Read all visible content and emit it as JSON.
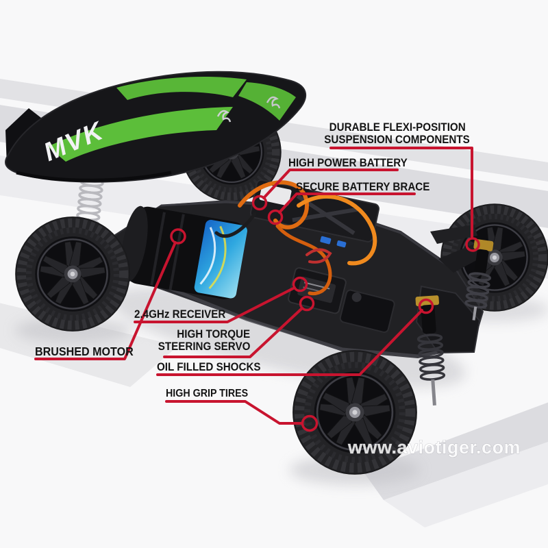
{
  "branding": {
    "wing_logo": "MVK"
  },
  "watermark": {
    "url_text": "www.aviotiger.com"
  },
  "colors": {
    "callout_red": "#c8142f",
    "label_text": "#141414",
    "wing_green": "#5cbe3a",
    "wire_orange": "#e8761a",
    "background": "#f8f8f9"
  },
  "callouts": [
    {
      "id": "suspension-components",
      "lines": [
        "DURABLE FLEXI-POSITION",
        "SUSPENSION COMPONENTS"
      ]
    },
    {
      "id": "high-power-battery",
      "lines": [
        "HIGH POWER BATTERY"
      ]
    },
    {
      "id": "secure-battery-brace",
      "lines": [
        "SECURE BATTERY BRACE"
      ]
    },
    {
      "id": "receiver",
      "lines": [
        "2.4GHz RECEIVER"
      ]
    },
    {
      "id": "steering-servo",
      "lines": [
        "HIGH TORQUE",
        "STEERING SERVO"
      ]
    },
    {
      "id": "brushed-motor",
      "lines": [
        "BRUSHED MOTOR"
      ]
    },
    {
      "id": "oil-filled-shocks",
      "lines": [
        "OIL FILLED SHOCKS"
      ]
    },
    {
      "id": "high-grip-tires",
      "lines": [
        "HIGH GRIP TIRES"
      ]
    }
  ]
}
